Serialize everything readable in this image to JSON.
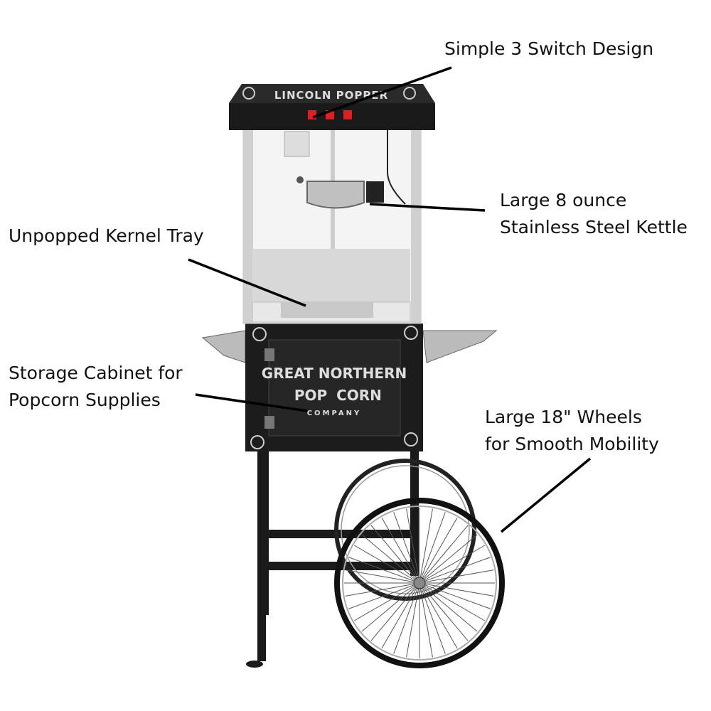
{
  "product": {
    "marquee": "LINCOLN POPPER",
    "brand_logo": [
      "GREAT NORTHERN",
      "POP",
      "CORN",
      "COMPANY"
    ],
    "colors": {
      "body": "#1c1c1c",
      "switch": "#e02020",
      "steel": "#c8c8c8"
    }
  },
  "callouts": {
    "switches": "Simple 3 Switch Design",
    "kettle_line1": "Large 8 ounce",
    "kettle_line2": "Stainless Steel Kettle",
    "tray": "Unpopped Kernel Tray",
    "cabinet_line1": "Storage Cabinet for",
    "cabinet_line2": "Popcorn Supplies",
    "wheels_line1": "Large 18\" Wheels",
    "wheels_line2": "for Smooth Mobility"
  }
}
